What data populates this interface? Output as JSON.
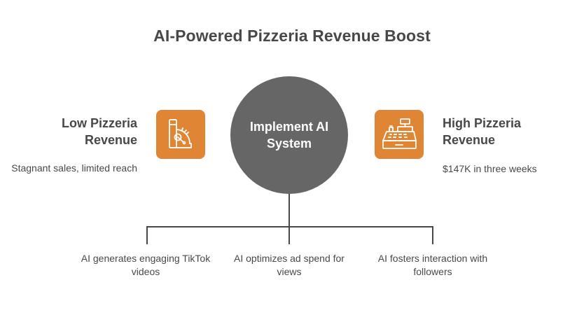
{
  "title": "AI-Powered Pizzeria Revenue Boost",
  "hub": {
    "label": "Implement AI System",
    "color": "#666666"
  },
  "left": {
    "icon": "cash-register-icon",
    "title": "Low Pizzeria Revenue",
    "description": "Stagnant sales, limited reach"
  },
  "right": {
    "icon": "point-of-sale-register-icon",
    "title": "High Pizzeria Revenue",
    "description": "$147K in three weeks"
  },
  "branches": [
    {
      "label": "AI generates engaging TikTok videos"
    },
    {
      "label": "AI optimizes ad spend for views"
    },
    {
      "label": "AI fosters interaction with followers"
    }
  ],
  "colors": {
    "accent": "#e08533",
    "text": "#484848",
    "line": "#484848"
  }
}
